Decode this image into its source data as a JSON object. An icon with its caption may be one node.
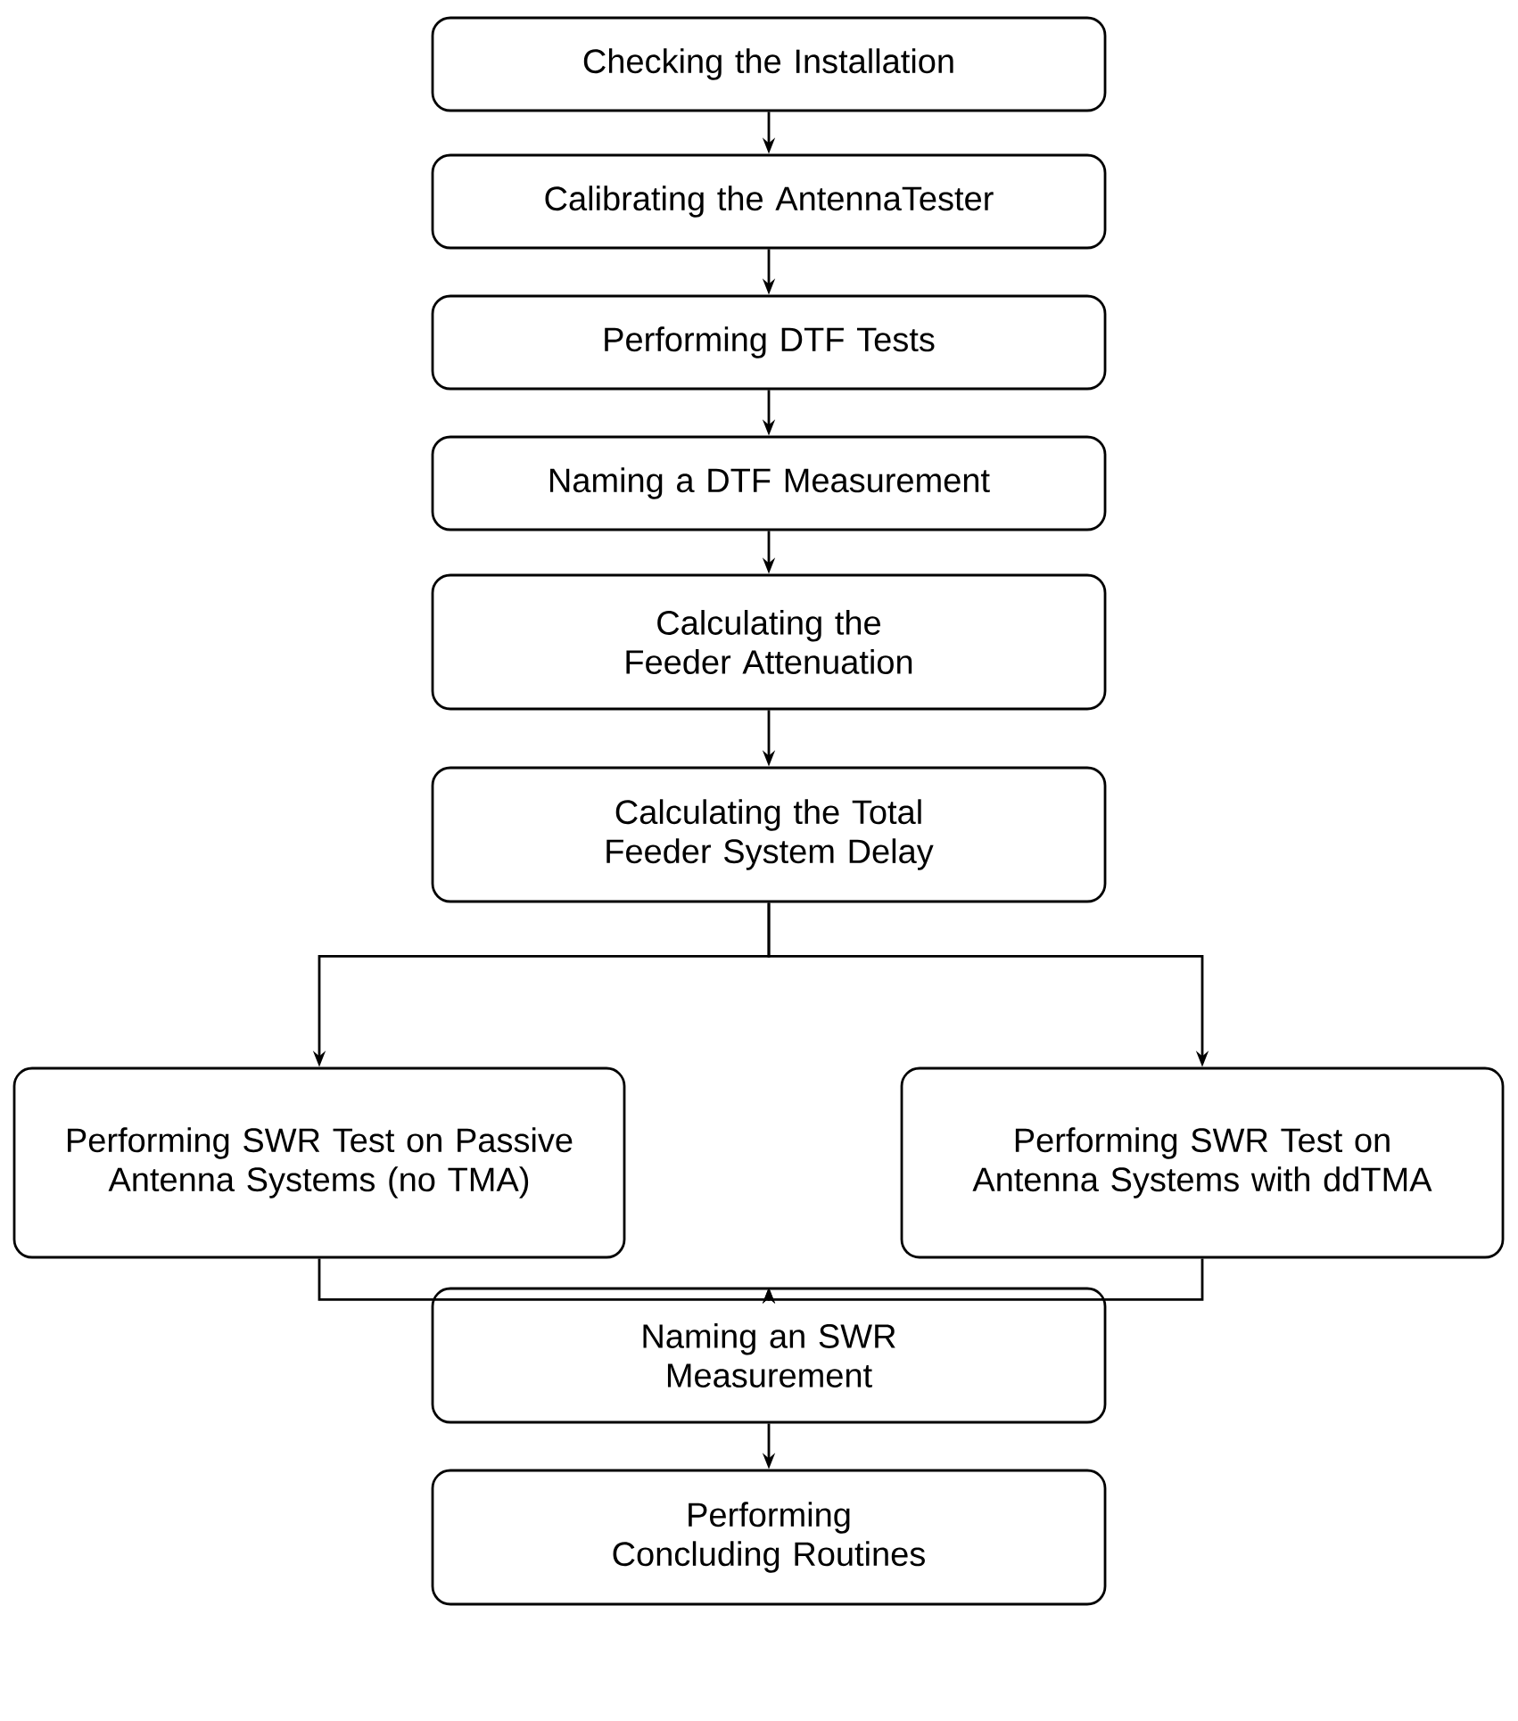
{
  "diagram": {
    "nodes": [
      {
        "text": [
          "Checking the Installation"
        ]
      },
      {
        "text": [
          "Calibrating the AntennaTester"
        ]
      },
      {
        "text": [
          "Performing DTF Tests"
        ]
      },
      {
        "text": [
          "Naming a DTF Measurement"
        ]
      },
      {
        "text": [
          "Calculating the Feeder Attenuation"
        ]
      },
      {
        "text": [
          "Calculating the Total Feeder System Delay"
        ]
      },
      {
        "text": [
          "Performing SWR Test on Passive Antenna Systems (no TMA)"
        ]
      },
      {
        "text": [
          "Performing SWR Test on Antenna Systems with ddTMA"
        ]
      },
      {
        "text": [
          "Naming an SWR Measurement"
        ]
      },
      {
        "text": [
          "Performing Concluding Routines"
        ]
      }
    ],
    "edges": [
      {
        "from": 0,
        "to": 1,
        "arrow": "to"
      },
      {
        "from": 1,
        "to": 2,
        "arrow": "to"
      },
      {
        "from": 2,
        "to": 3,
        "arrow": "to"
      },
      {
        "from": 3,
        "to": 4,
        "arrow": "to"
      },
      {
        "from": 4,
        "to": 5,
        "arrow": "to"
      },
      {
        "from": 5,
        "to": 6,
        "arrow": "to"
      },
      {
        "from": 5,
        "to": 7,
        "arrow": "to"
      },
      {
        "from": 6,
        "to": 8,
        "arrow": "to"
      },
      {
        "from": 7,
        "to": 8,
        "arrow": "to"
      },
      {
        "from": 8,
        "to": 9,
        "arrow": "to"
      }
    ]
  }
}
